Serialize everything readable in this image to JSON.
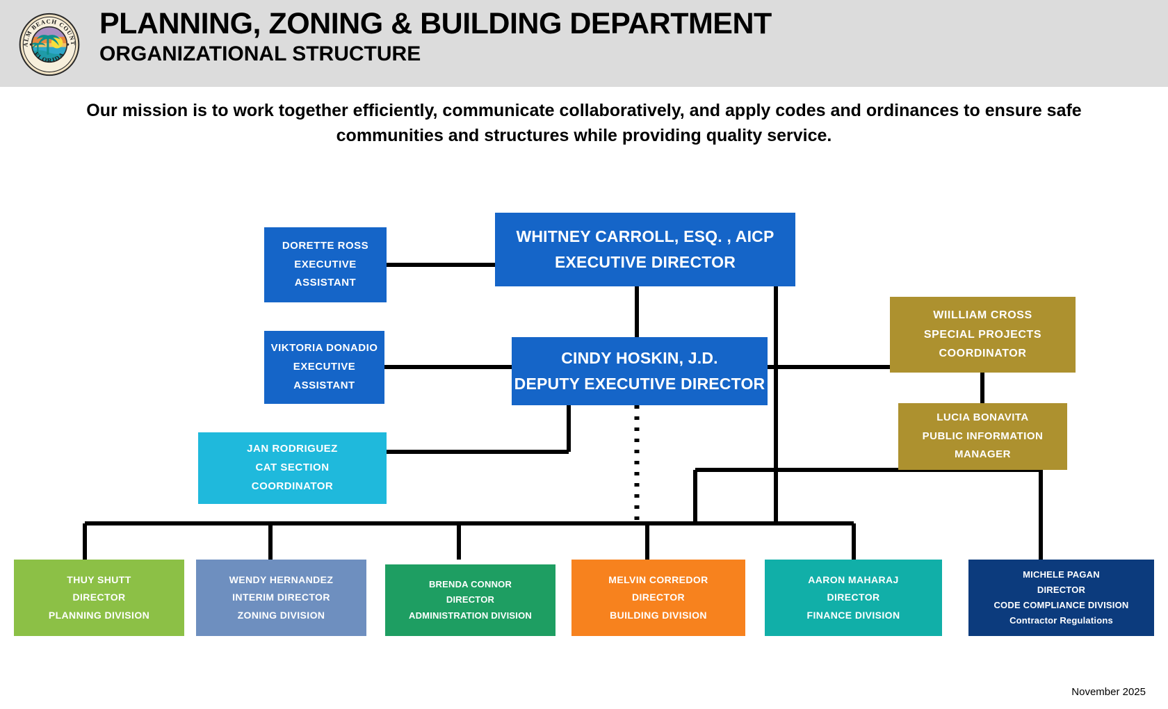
{
  "header": {
    "logo_name": "palm-beach-county-seal",
    "logo_ring_text_top": "PALM BEACH COUNTY",
    "logo_ring_text_bottom": "FLORIDA",
    "department_title": "PLANNING, ZONING & BUILDING DEPARTMENT",
    "subtitle": "ORGANIZATIONAL STRUCTURE",
    "band_color": "#dcdcdc"
  },
  "mission": {
    "line1": "Our mission is to work together efficiently, communicate collaboratively, and apply codes and ordinances to",
    "line2": "ensure safe communities and structures while providing quality service."
  },
  "colors": {
    "blue": "#1565C8",
    "cyan": "#1FB9DC",
    "gold": "#AD912F",
    "green_light": "#8CC046",
    "slate_blue": "#6E8FBF",
    "green_dark": "#1E9E62",
    "orange": "#F7821E",
    "teal": "#11AFA8",
    "navy": "#0C3B7D",
    "connector": "#000000"
  },
  "nodes": {
    "executive_director": {
      "name": "WHITNEY CARROLL, ESQ. , AICP",
      "title": "EXECUTIVE DIRECTOR",
      "color": "#1565C8"
    },
    "exec_assistant_1": {
      "name": "DORETTE ROSS",
      "title_line1": "EXECUTIVE",
      "title_line2": "ASSISTANT",
      "color": "#1565C8"
    },
    "deputy_executive_director": {
      "name": "CINDY HOSKIN, J.D.",
      "title": "DEPUTY EXECUTIVE DIRECTOR",
      "color": "#1565C8"
    },
    "exec_assistant_2": {
      "name": "VIKTORIA DONADIO",
      "title_line1": "EXECUTIVE",
      "title_line2": "ASSISTANT",
      "color": "#1565C8"
    },
    "cat_section": {
      "name": "JAN RODRIGUEZ",
      "title_line1": "CAT SECTION",
      "title_line2": "COORDINATOR",
      "color": "#1FB9DC"
    },
    "special_projects": {
      "name": "WIILLIAM CROSS",
      "title_line1": "SPECIAL PROJECTS",
      "title_line2": "COORDINATOR",
      "color": "#AD912F"
    },
    "public_information": {
      "name": "LUCIA BONAVITA",
      "title_line1": "PUBLIC INFORMATION",
      "title_line2": "MANAGER",
      "color": "#AD912F"
    }
  },
  "divisions": [
    {
      "name": "THUY  SHUTT",
      "title": "DIRECTOR",
      "division": "PLANNING DIVISION",
      "extra": "",
      "color": "#8CC046"
    },
    {
      "name": "WENDY HERNANDEZ",
      "title": "INTERIM  DIRECTOR",
      "division": "ZONING DIVISION",
      "extra": "",
      "color": "#6E8FBF"
    },
    {
      "name": "BRENDA CONNOR",
      "title": "DIRECTOR",
      "division": "ADMINISTRATION DIVISION",
      "extra": "",
      "color": "#1E9E62"
    },
    {
      "name": "MELVIN CORREDOR",
      "title": "DIRECTOR",
      "division": "BUILDING DIVISION",
      "extra": "",
      "color": "#F7821E"
    },
    {
      "name": "AARON MAHARAJ",
      "title": "DIRECTOR",
      "division": "FINANCE DIVISION",
      "extra": "",
      "color": "#11AFA8"
    },
    {
      "name": "MICHELE PAGAN",
      "title": "DIRECTOR",
      "division": "CODE COMPLIANCE DIVISION",
      "extra": "Contractor Regulations",
      "color": "#0C3B7D"
    }
  ],
  "footer": {
    "date": "November 2025"
  }
}
